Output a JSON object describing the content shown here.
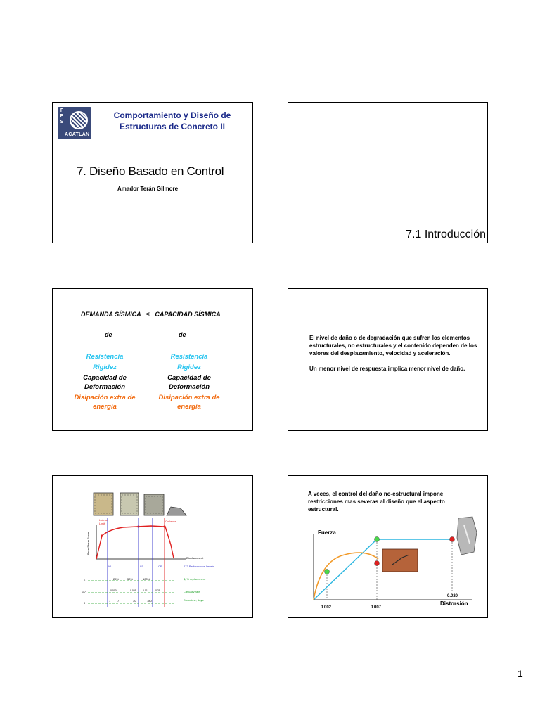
{
  "slide1": {
    "logo_letters": [
      "F",
      "E",
      "S"
    ],
    "logo_word": "ACATLAN",
    "course_title_line1": "Comportamiento y Diseño de",
    "course_title_line2": "Estructuras de Concreto II",
    "chapter_title": "7. Diseño Basado en Control",
    "author": "Amador Terán Gilmore"
  },
  "slide2": {
    "title": "7.1 Introducción"
  },
  "slide3": {
    "headline_left": "DEMANDA SÍSMICA",
    "headline_symbol": "≤",
    "headline_right": "CAPACIDAD SÍSMICA",
    "de_left": "de",
    "de_right": "de",
    "items": [
      {
        "text": "Resistencia",
        "color": "#27c4ef"
      },
      {
        "text": "Rigidez",
        "color": "#27c4ef"
      },
      {
        "text": "Capacidad de Deformación",
        "color": "#000000"
      },
      {
        "text": "Disipación extra de energía",
        "color": "#f26b10"
      }
    ]
  },
  "slide4": {
    "paragraph1": "El nivel de daño o de degradación que sufren los elementos estructurales, no estructurales y el contenido dependen de los valores del desplazamiento, velocidad y aceleración.",
    "paragraph2": "Un menor nivel de respuesta implica menor nivel de daño."
  },
  "slide5": {
    "ylabel": "Base Shear Force",
    "xlabel": "Displacement",
    "yield_label": "Lateral",
    "yield_label2": "Limit",
    "collapse_label": "Collapse",
    "levels": [
      "IO",
      "LS",
      "CP"
    ],
    "levels_caption": "273 Performance Levels",
    "row1_values": [
      "25%",
      "50%",
      "100%"
    ],
    "row1_caption": "$, % replacement",
    "row2_values": [
      "0.0001",
      "0.001",
      "0.01",
      "0.25"
    ],
    "row2_caption": "Casualty rate",
    "row3_values": [
      "1",
      "7",
      "30",
      "180"
    ],
    "row3_caption": "Downtime, days",
    "row_starts": [
      "0",
      "0.0",
      "0"
    ]
  },
  "slide6": {
    "text": "A veces, el control del daño no-estructural impone restricciones mas severas al diseño que el aspecto estructural.",
    "ylabel": "Fuerza",
    "xlabel": "Distorsión",
    "ticks": [
      "0.002",
      "0.007",
      "0.020"
    ]
  },
  "page_number": "1",
  "chart_data": {
    "type": "line",
    "title": "",
    "xlabel": "Distorsión",
    "ylabel": "Fuerza",
    "series": [],
    "x": [
      "0.002",
      "0.007",
      "0.020"
    ],
    "markers": [
      {
        "color": "#4ad84a"
      },
      {
        "color": "#4ad84a"
      },
      {
        "color": "#e02020"
      },
      {
        "color": "#e02020"
      }
    ],
    "colors": {
      "structural": "#2bb6e0",
      "nonstructural": "#f29a28"
    }
  }
}
